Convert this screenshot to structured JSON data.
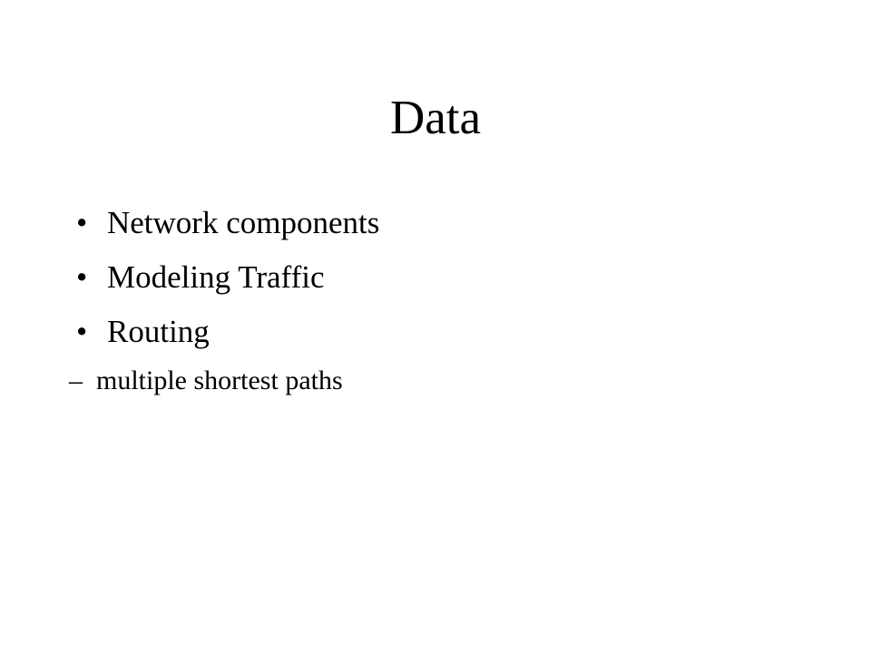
{
  "slide": {
    "title": "Data",
    "bullet_glyph": "•",
    "dash_glyph": "–",
    "bullets": [
      "Network components",
      "Modeling Traffic",
      "Routing"
    ],
    "sub_bullets": [
      "multiple shortest paths"
    ],
    "colors": {
      "background": "#ffffff",
      "text": "#000000"
    }
  }
}
